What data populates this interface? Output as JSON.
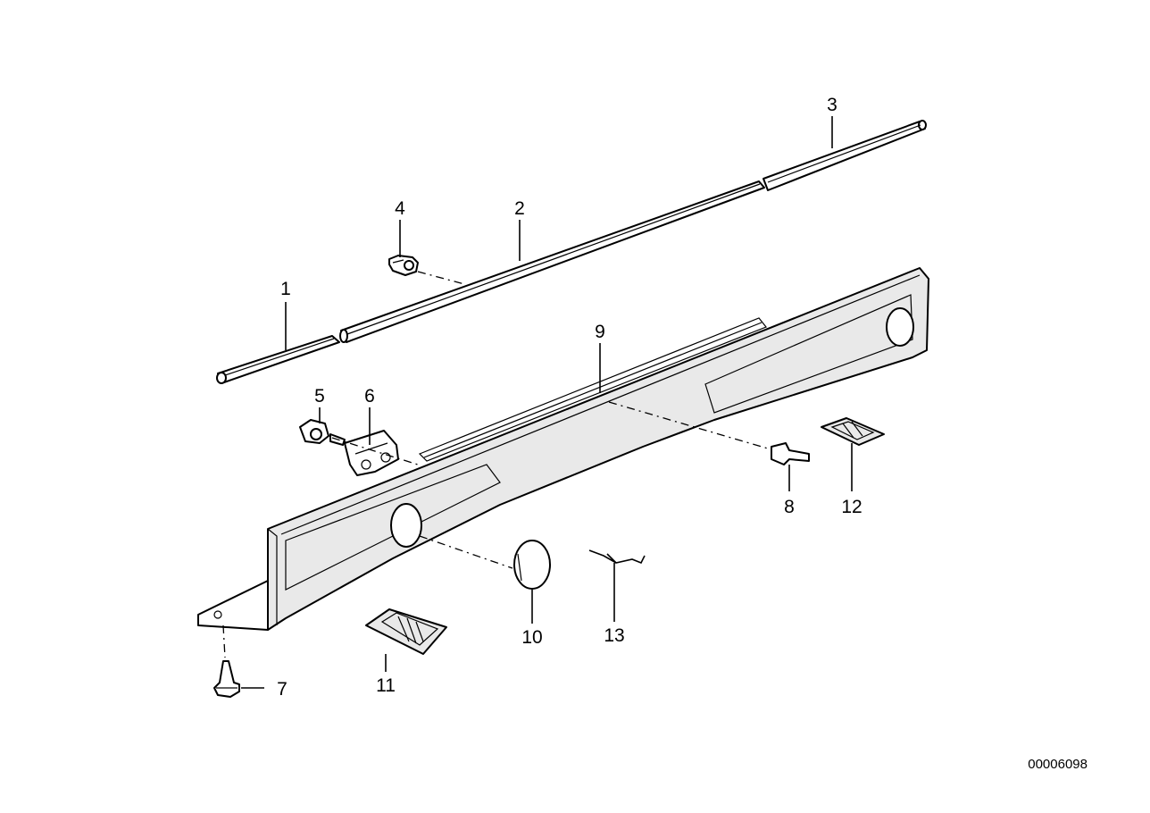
{
  "diagram": {
    "callouts": [
      {
        "id": "1",
        "label": "1"
      },
      {
        "id": "2",
        "label": "2"
      },
      {
        "id": "3",
        "label": "3"
      },
      {
        "id": "4",
        "label": "4"
      },
      {
        "id": "5",
        "label": "5"
      },
      {
        "id": "6",
        "label": "6"
      },
      {
        "id": "7",
        "label": "7"
      },
      {
        "id": "8",
        "label": "8"
      },
      {
        "id": "9",
        "label": "9"
      },
      {
        "id": "10",
        "label": "10"
      },
      {
        "id": "11",
        "label": "11"
      },
      {
        "id": "12",
        "label": "12"
      },
      {
        "id": "13",
        "label": "13"
      }
    ],
    "document_number": "00006098"
  }
}
